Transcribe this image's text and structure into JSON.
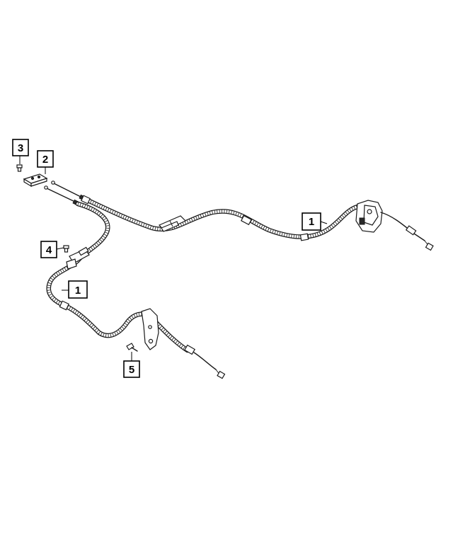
{
  "callouts": [
    {
      "id": "c3",
      "label": "3"
    },
    {
      "id": "c2",
      "label": "2"
    },
    {
      "id": "c4",
      "label": "4"
    },
    {
      "id": "c1a",
      "label": "1"
    },
    {
      "id": "c1b",
      "label": "1"
    },
    {
      "id": "c5",
      "label": "5"
    }
  ]
}
